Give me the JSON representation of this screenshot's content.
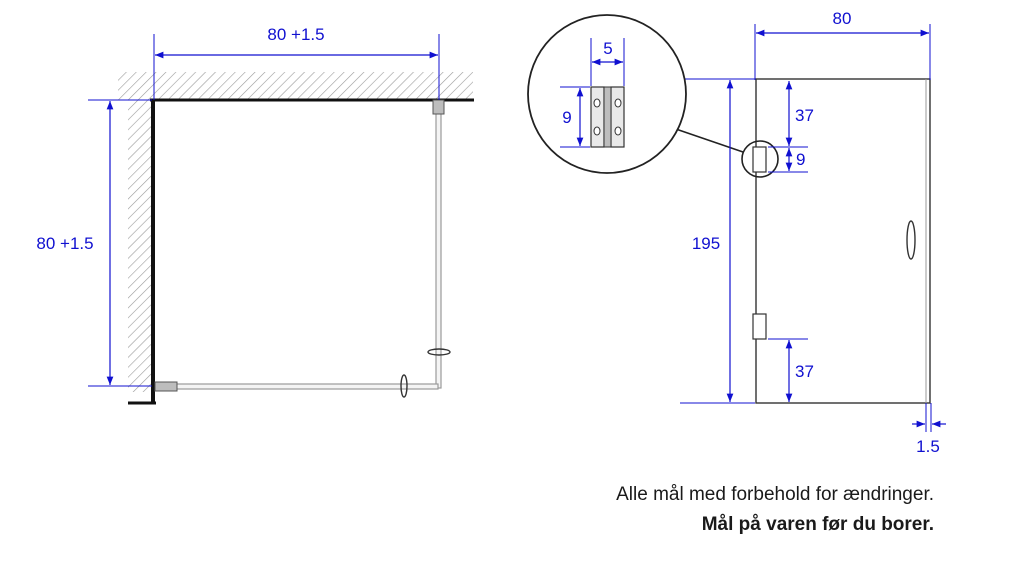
{
  "colors": {
    "dimension": "#1010d0",
    "outline": "#333333",
    "glass": "#9a9a9a",
    "hatch": "#9a9a9a",
    "wall": "#111111"
  },
  "plan_view": {
    "width_label": "80 +1.5",
    "depth_label": "80 +1.5"
  },
  "elevation": {
    "width_label": "80",
    "height_label": "195",
    "top_hinge_offset_label": "37",
    "hinge_height_label": "9",
    "bottom_hinge_offset_label": "37",
    "gap_label": "1.5"
  },
  "hinge_detail": {
    "width_label": "5",
    "height_label": "9"
  },
  "notes": {
    "line1": "Alle mål med forbehold for ændringer.",
    "line2": "Mål på varen før du borer."
  }
}
